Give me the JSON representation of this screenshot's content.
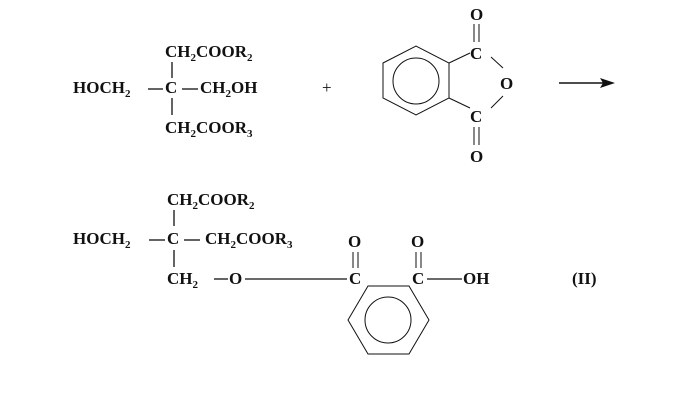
{
  "reactant1": {
    "top": [
      "CH",
      "2",
      "COOR",
      "2"
    ],
    "left": [
      "HOCH",
      "2"
    ],
    "center": "C",
    "right": [
      "CH",
      "2",
      "OH"
    ],
    "bottom": [
      "CH",
      "2",
      "COOR",
      "3"
    ]
  },
  "plus": "+",
  "reactant2": {
    "name": "phthalic anhydride",
    "carbonyl_top_O": "O",
    "carbonyl_top_C": "C",
    "ring_O": "O",
    "carbonyl_bottom_C": "C",
    "carbonyl_bottom_O": "O"
  },
  "arrow": "reaction-arrow",
  "product": {
    "top": [
      "CH",
      "2",
      "COOR",
      "2"
    ],
    "left": [
      "HOCH",
      "2"
    ],
    "center": "C",
    "right": [
      "CH",
      "2",
      "COOR",
      "3"
    ],
    "bottom": [
      "CH",
      "2"
    ],
    "ether_O": "O",
    "ester_O": "O",
    "ester_C": "C",
    "acid_O": "O",
    "acid_C": "C",
    "acid_OH": "OH",
    "label": "(II)"
  },
  "colors": {
    "ink": "#111111",
    "background": "#ffffff"
  }
}
